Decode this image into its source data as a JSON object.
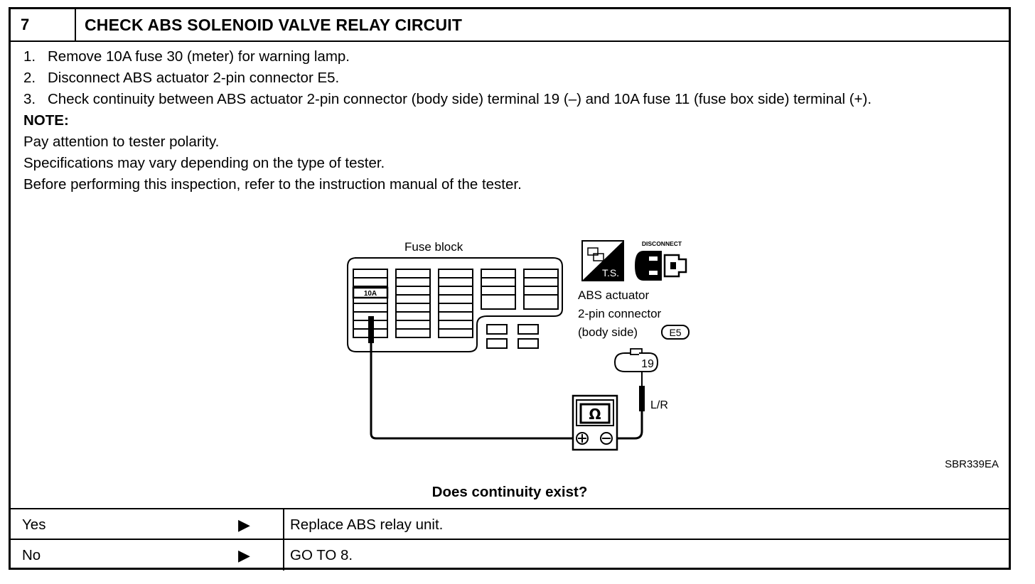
{
  "header": {
    "step_number": "7",
    "title": "CHECK ABS SOLENOID VALVE RELAY CIRCUIT"
  },
  "steps": [
    {
      "num": "1.",
      "text": "Remove 10A fuse 30 (meter) for warning lamp."
    },
    {
      "num": "2.",
      "text": "Disconnect ABS actuator 2-pin connector E5."
    },
    {
      "num": "3.",
      "text": "Check continuity between ABS actuator 2-pin connector (body side) terminal 19 (–) and 10A fuse 11 (fuse box side) terminal (+)."
    }
  ],
  "note": {
    "label": "NOTE:",
    "lines": [
      "Pay attention to tester polarity.",
      "Specifications may vary depending on the type of tester.",
      "Before performing this inspection, refer to the instruction manual of the tester."
    ]
  },
  "diagram": {
    "fuse_block_label": "Fuse block",
    "fuse_label": "10A",
    "ts_label": "T.S.",
    "disconnect_label": "DISCONNECT",
    "connector_label_1": "ABS actuator",
    "connector_label_2": "2-pin connector",
    "connector_label_3": "(body side)",
    "connector_id": "E5",
    "terminal": "19",
    "wire_color": "L/R",
    "ohm_symbol": "Ω",
    "icons": [
      "fuse-block-icon",
      "ts-icon",
      "disconnect-connector-icon",
      "ohmmeter-icon"
    ]
  },
  "ref_code": "SBR339EA",
  "question": "Does continuity exist?",
  "answers": [
    {
      "answer": "Yes",
      "arrow": "▶",
      "result": "Replace ABS relay unit."
    },
    {
      "answer": "No",
      "arrow": "▶",
      "result": "GO TO 8."
    }
  ]
}
